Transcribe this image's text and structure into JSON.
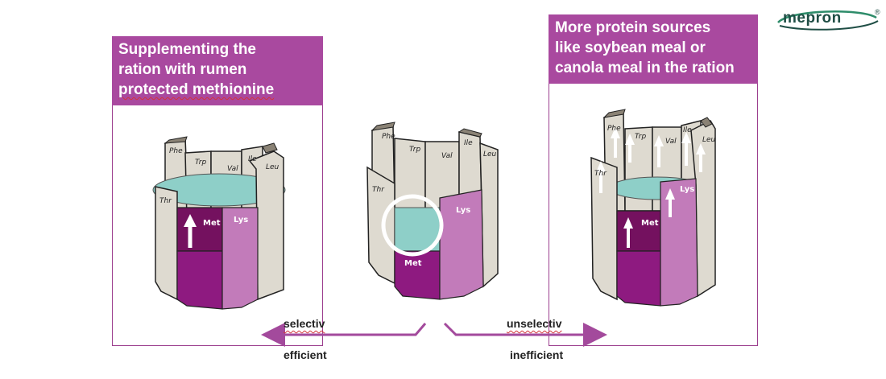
{
  "logo": {
    "text": "mepron",
    "registered": "®",
    "color": "#1f4e45"
  },
  "colors": {
    "accent": "#a9499f",
    "met": "#8e1a80",
    "lys": "#c27bba",
    "liquid": "#8ecfc8",
    "stave": "#dedad0"
  },
  "left_panel": {
    "title_lines": [
      "Supplementing the",
      "ration with rumen",
      "protected methionine"
    ],
    "barrel": {
      "labels": {
        "phe": "Phe",
        "trp": "Trp",
        "val": "Val",
        "ile": "Ile",
        "leu": "Leu",
        "thr": "Thr",
        "met": "Met",
        "lys": "Lys"
      }
    }
  },
  "center": {
    "barrel": {
      "labels": {
        "phe": "Phe",
        "trp": "Trp",
        "val": "Val",
        "ile": "Ile",
        "leu": "Leu",
        "thr": "Thr",
        "met": "Met",
        "lys": "Lys"
      }
    }
  },
  "right_panel": {
    "title_lines": [
      "More protein sources",
      "like soybean meal or",
      "canola meal in the ration"
    ],
    "barrel": {
      "labels": {
        "phe": "Phe",
        "trp": "Trp",
        "val": "Val",
        "ile": "Ile",
        "leu": "Leu",
        "thr": "Thr",
        "met": "Met",
        "lys": "Lys"
      }
    }
  },
  "arrows": {
    "left_top": "selectiv",
    "left_bottom": "efficient",
    "right_top": "unselectiv",
    "right_bottom": "inefficient"
  }
}
